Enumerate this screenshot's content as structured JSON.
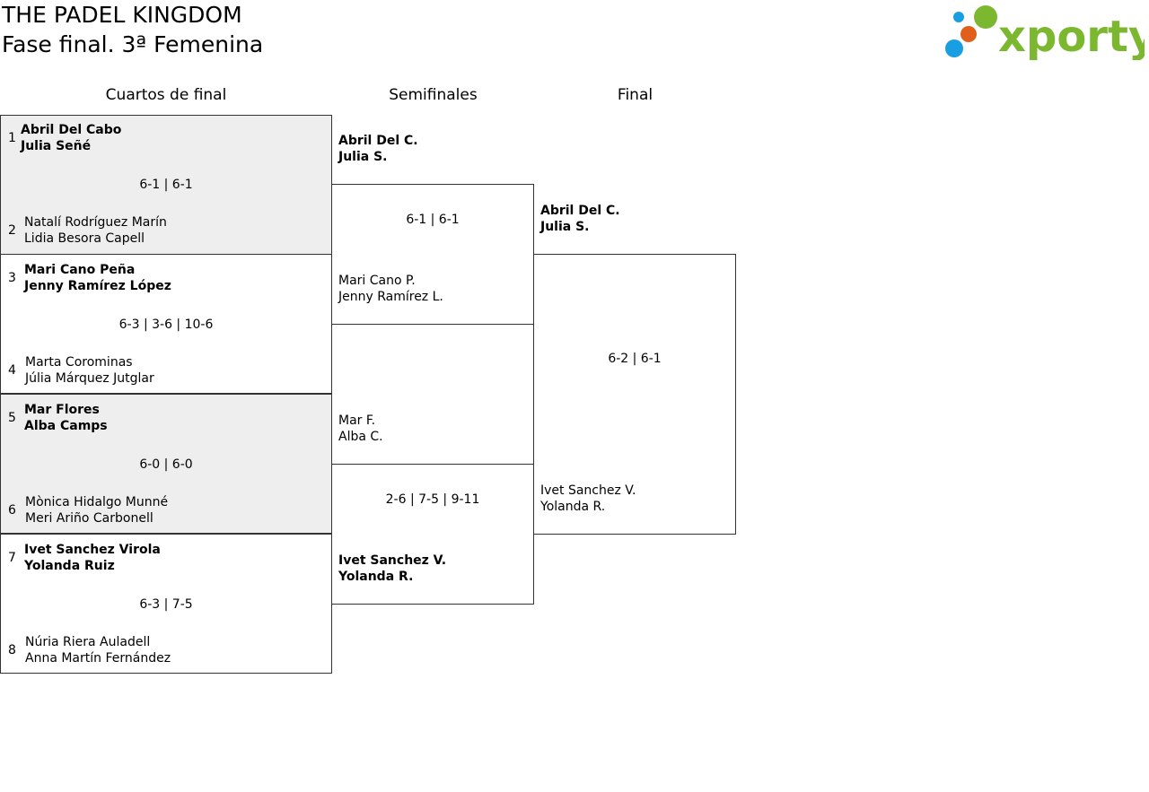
{
  "header": {
    "title": "THE PADEL KINGDOM",
    "subtitle": "Fase final. 3ª Femenina"
  },
  "logo": {
    "text": "xporty",
    "colors": {
      "green": "#7cb82f",
      "blue": "#1a9ee2",
      "orange": "#e0601b"
    }
  },
  "rounds": {
    "qf": "Cuartos de final",
    "sf": "Semifinales",
    "final": "Final"
  },
  "quarterfinals": [
    {
      "seed_a": "1",
      "team_a": [
        "Abril Del Cabo",
        "Julia Señé"
      ],
      "score": "6-1 | 6-1",
      "seed_b": "2",
      "team_b": [
        "Natalí Rodríguez Marín",
        "Lidia Besora Capell"
      ]
    },
    {
      "seed_a": "3",
      "team_a": [
        "Mari Cano Peña",
        "Jenny Ramírez López"
      ],
      "score": "6-3 | 3-6 | 10-6",
      "seed_b": "4",
      "team_b": [
        "Marta Corominas",
        "Júlia Márquez Jutglar"
      ]
    },
    {
      "seed_a": "5",
      "team_a": [
        "Mar Flores",
        "Alba Camps"
      ],
      "score": "6-0 | 6-0",
      "seed_b": "6",
      "team_b": [
        "Mònica Hidalgo Munné",
        "Meri Ariño Carbonell"
      ]
    },
    {
      "seed_a": "7",
      "team_a": [
        "Ivet Sanchez Virola",
        "Yolanda Ruiz"
      ],
      "score": "6-3 | 7-5",
      "seed_b": "8",
      "team_b": [
        "Núria Riera Auladell",
        "Anna Martín Fernández"
      ]
    }
  ],
  "semifinals": [
    {
      "team_a": [
        "Abril Del C.",
        "Julia S."
      ],
      "score": "6-1 | 6-1",
      "team_b": [
        "Mari Cano P.",
        "Jenny Ramírez L."
      ]
    },
    {
      "team_a": [
        "Mar F.",
        "Alba C."
      ],
      "score": "2-6 | 7-5 | 9-11",
      "team_b": [
        "Ivet Sanchez V.",
        "Yolanda R."
      ]
    }
  ],
  "final": {
    "team_a": [
      "Abril Del C.",
      "Julia S."
    ],
    "score": "6-2 | 6-1",
    "team_b": [
      "Ivet Sanchez V.",
      "Yolanda R."
    ]
  }
}
